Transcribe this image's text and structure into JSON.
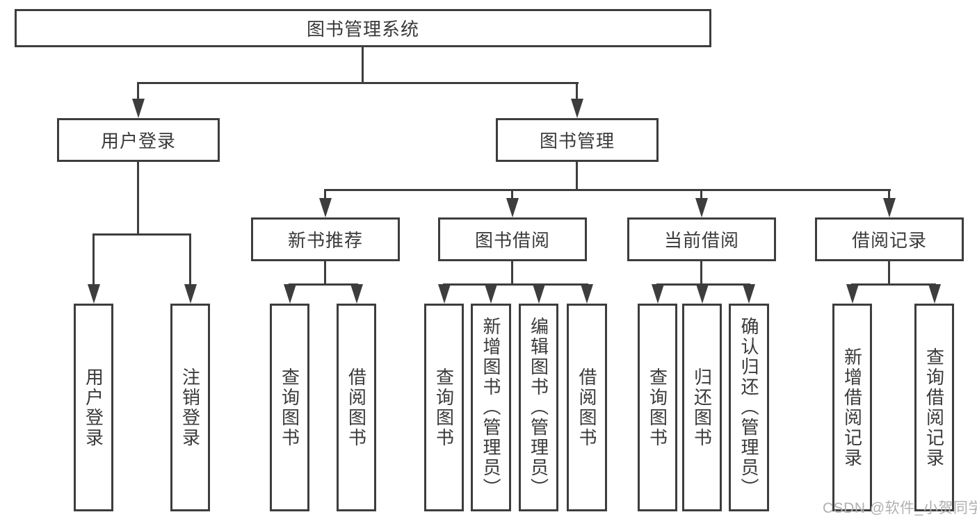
{
  "diagram": {
    "root_label": "图书管理系统",
    "level2": {
      "user_login": "用户登录",
      "book_management": "图书管理"
    },
    "level3": {
      "new_book_recommend": "新书推荐",
      "book_borrowing": "图书借阅",
      "current_borrowing": "当前借阅",
      "borrowing_records": "借阅记录"
    },
    "leaves": {
      "user_login": "用户登录",
      "logout": "注销登录",
      "query_books_recommend": "查询图书",
      "borrow_books_recommend": "借阅图书",
      "query_books_borrowing": "查询图书",
      "add_books_admin": "新增图书（管理员）",
      "edit_books_admin": "编辑图书（管理员）",
      "borrow_books_borrowing": "借阅图书",
      "query_books_current": "查询图书",
      "return_books": "归还图书",
      "confirm_return_admin": "确认归还（管理员）",
      "add_borrow_record": "新增借阅记录",
      "query_borrow_record": "查询借阅记录"
    },
    "watermark": "CSDN @软件_小贺同学",
    "colors": {
      "line": "#3d3d3d",
      "text": "#3a3a3a",
      "watermark": "#b0b0b0",
      "background": "#ffffff"
    }
  }
}
